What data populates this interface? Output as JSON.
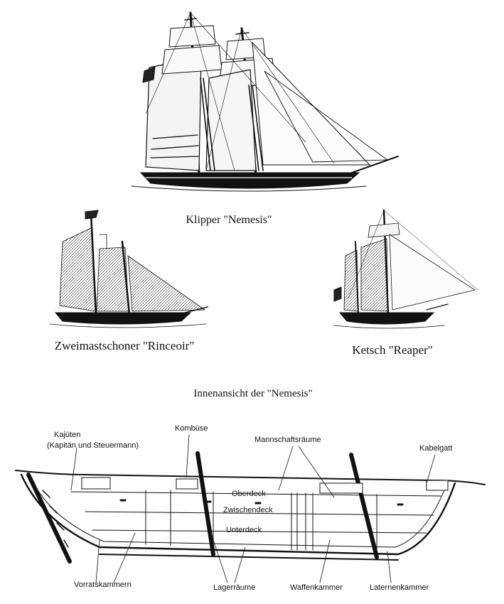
{
  "ships": [
    {
      "caption": "Klipper \"Nemesis\""
    },
    {
      "caption": "Zweimastschoner \"Rinceoir\""
    },
    {
      "caption": "Ketsch \"Reaper\""
    }
  ],
  "interior": {
    "title": "Innenansicht der \"Nemesis\"",
    "labels": {
      "kajueten": "Kajüten",
      "kajueten_sub": "(Kapitän und Steuermann)",
      "kombuese": "Kombüse",
      "mannschaftsraeume": "Mannschaftsräume",
      "kabelgatt": "Kabelgatt",
      "oberdeck": "Oberdeck",
      "zwischendeck": "Zwischendeck",
      "unterdeck": "Unterdeck",
      "vorratskammern": "Vorratskammern",
      "lagerraeume": "Lagerräume",
      "waffenkammer": "Waffenkammer",
      "laternenkammer": "Laternenkammer"
    }
  }
}
